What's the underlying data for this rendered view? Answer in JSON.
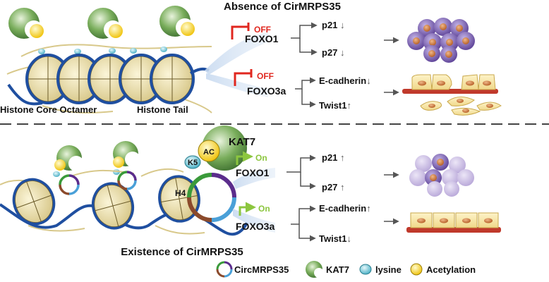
{
  "top": {
    "title": "Absence of CirMRPS35",
    "genes": [
      {
        "name": "FOXO1",
        "state": "OFF"
      },
      {
        "name": "FOXO3a",
        "state": "OFF"
      }
    ],
    "targets": [
      {
        "name": "p21",
        "arrow": "↓"
      },
      {
        "name": "p27",
        "arrow": "↓"
      },
      {
        "name": "E-cadherin",
        "arrow": "↓"
      },
      {
        "name": "Twist1",
        "arrow": "↑"
      }
    ],
    "labels": {
      "core": "Histone Core Octamer",
      "tail": "Histone Tail"
    }
  },
  "bottom": {
    "title": "Existence of CirMRPS35",
    "genes": [
      {
        "name": "FOXO1",
        "state": "On"
      },
      {
        "name": "FOXO3a",
        "state": "On"
      }
    ],
    "targets": [
      {
        "name": "p21",
        "arrow": "↑"
      },
      {
        "name": "p27",
        "arrow": "↑"
      },
      {
        "name": "E-cadherin",
        "arrow": "↑"
      },
      {
        "name": "Twist1",
        "arrow": "↓"
      }
    ],
    "labels": {
      "kat7": "KAT7",
      "ac": "AC",
      "k5": "K5",
      "h4": "H4"
    }
  },
  "legend": [
    {
      "icon": "circrna-ring-icon",
      "label": "CircMRPS35"
    },
    {
      "icon": "kat7-crescent-icon",
      "label": "KAT7"
    },
    {
      "icon": "lysine-dot-icon",
      "label": "lysine"
    },
    {
      "icon": "acetylation-dot-icon",
      "label": "Acetylation"
    }
  ],
  "colors": {
    "dna": "#1f4fa0",
    "histone": "#efe3ac",
    "kat7": "#5f9645",
    "acetyl": "#f4d52a",
    "lysine": "#8fd0dc",
    "off": "#e0271f",
    "on": "#8cc63f",
    "cell_purple": "#7a5bb0",
    "epithelium": "#c0392b"
  }
}
